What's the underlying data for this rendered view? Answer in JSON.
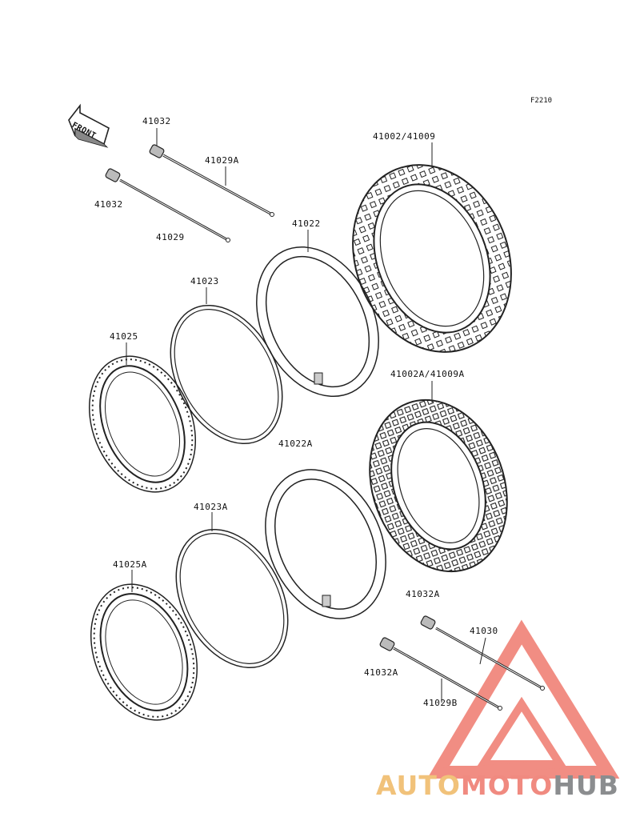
{
  "diagram_code": "F2210",
  "front_arrow_label": "FRONT",
  "labels": {
    "p41032_top": "41032",
    "p41029A": "41029A",
    "p41032_left": "41032",
    "p41029": "41029",
    "p41002": "41002/41009",
    "p41022": "41022",
    "p41023": "41023",
    "p41025": "41025",
    "p41002A": "41002A/41009A",
    "p41022A": "41022A",
    "p41023A": "41023A",
    "p41025A": "41025A",
    "p41032A_top": "41032A",
    "p41030": "41030",
    "p41032A_bot": "41032A",
    "p41029B": "41029B"
  },
  "watermark": {
    "part1": "AUTO",
    "part2": "MOTO",
    "part3": "HUB"
  },
  "colors": {
    "line": "#222222",
    "watermark_red": "#ef7a6e",
    "watermark_yellow": "#f1c27a",
    "watermark_gray": "#8b8d8f"
  }
}
